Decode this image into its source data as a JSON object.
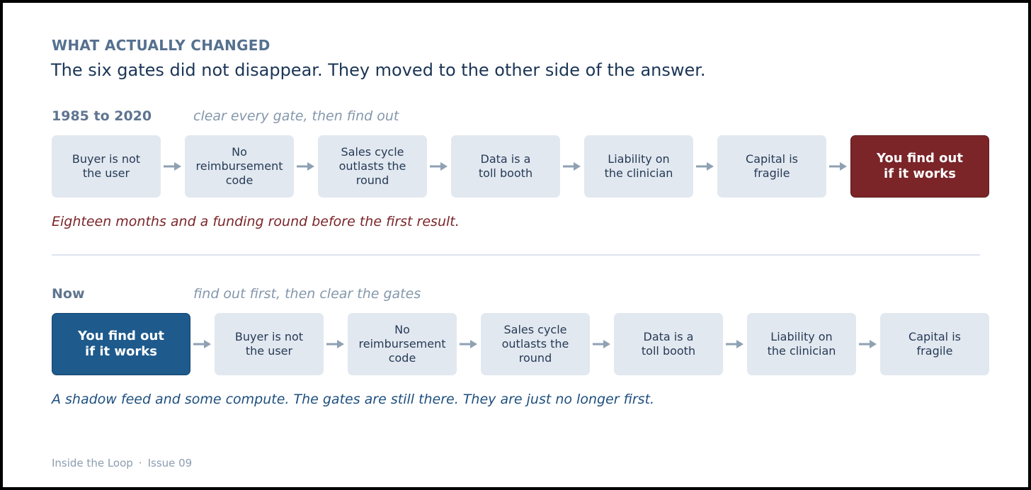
{
  "header": {
    "eyebrow": "WHAT ACTUALLY CHANGED",
    "headline": "The six gates did not disappear. They moved to the other side of the answer."
  },
  "before": {
    "label": "1985 to 2020",
    "subtitle": "clear every gate, then find out",
    "steps": [
      "Buyer is not\nthe user",
      "No\nreimbursement\ncode",
      "Sales cycle\noutlasts the\nround",
      "Data is a\ntoll booth",
      "Liability on\nthe clinician",
      "Capital is\nfragile"
    ],
    "result": "You find out\nif it works",
    "caption": "Eighteen months and a funding round before the first result."
  },
  "now": {
    "label": "Now",
    "subtitle": "find out first, then clear the gates",
    "result": "You find out\nif it works",
    "steps": [
      "Buyer is not\nthe user",
      "No\nreimbursement\ncode",
      "Sales cycle\noutlasts the\nround",
      "Data is a\ntoll booth",
      "Liability on\nthe clinician",
      "Capital is\nfragile"
    ],
    "caption": "A shadow feed and some compute. The gates are still there. They are just no longer first."
  },
  "footer": {
    "publication": "Inside the Loop",
    "separator": "·",
    "issue": "Issue 09"
  },
  "colors": {
    "gate_fill": "#e2e8ef",
    "result_before": "#7b2529",
    "result_now": "#1e5a8c",
    "arrow": "#8fa1b3"
  }
}
